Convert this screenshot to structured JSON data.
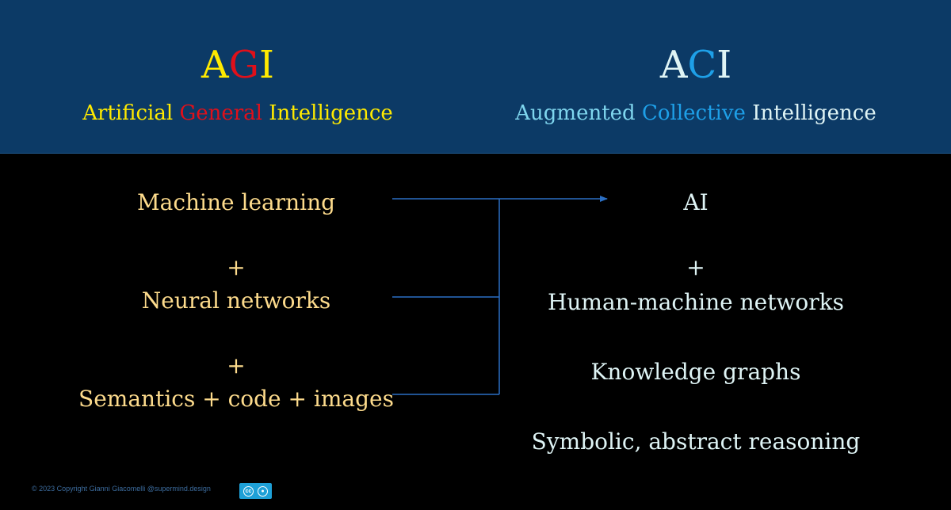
{
  "colors": {
    "header_bg": "#0c3a66",
    "agi_yellow": "#ffea00",
    "agi_red": "#e0101a",
    "aci_light": "#dff4f5",
    "aci_cyan": "#1ea0e8",
    "aci_subtitle_cyan": "#7fd6ee",
    "left_text": "#fddb8c",
    "connector": "#2b6fc4"
  },
  "agi": {
    "title_parts": [
      "A",
      "G",
      "I"
    ],
    "subtitle_parts": [
      "Artificial ",
      "General",
      " Intelligence"
    ]
  },
  "aci": {
    "title_parts": [
      "A",
      "C",
      "I"
    ],
    "subtitle_parts": [
      "Augmented ",
      "Collective",
      " Intelligence"
    ]
  },
  "left_items": {
    "machine_learning": "Machine learning",
    "plus_1": "+",
    "neural_networks": "Neural networks",
    "plus_2": "+",
    "semantics": "Semantics + code + images"
  },
  "right_items": {
    "ai": "AI",
    "plus": "+",
    "human_machine": "Human-machine networks",
    "knowledge_graphs": "Knowledge graphs",
    "symbolic": "Symbolic, abstract reasoning"
  },
  "footer": {
    "copyright": "© 2023 Copyright Gianni Giacomelli @supermind.design",
    "cc_icon": "creative-commons-icon",
    "attribution_icon": "attribution-icon"
  }
}
